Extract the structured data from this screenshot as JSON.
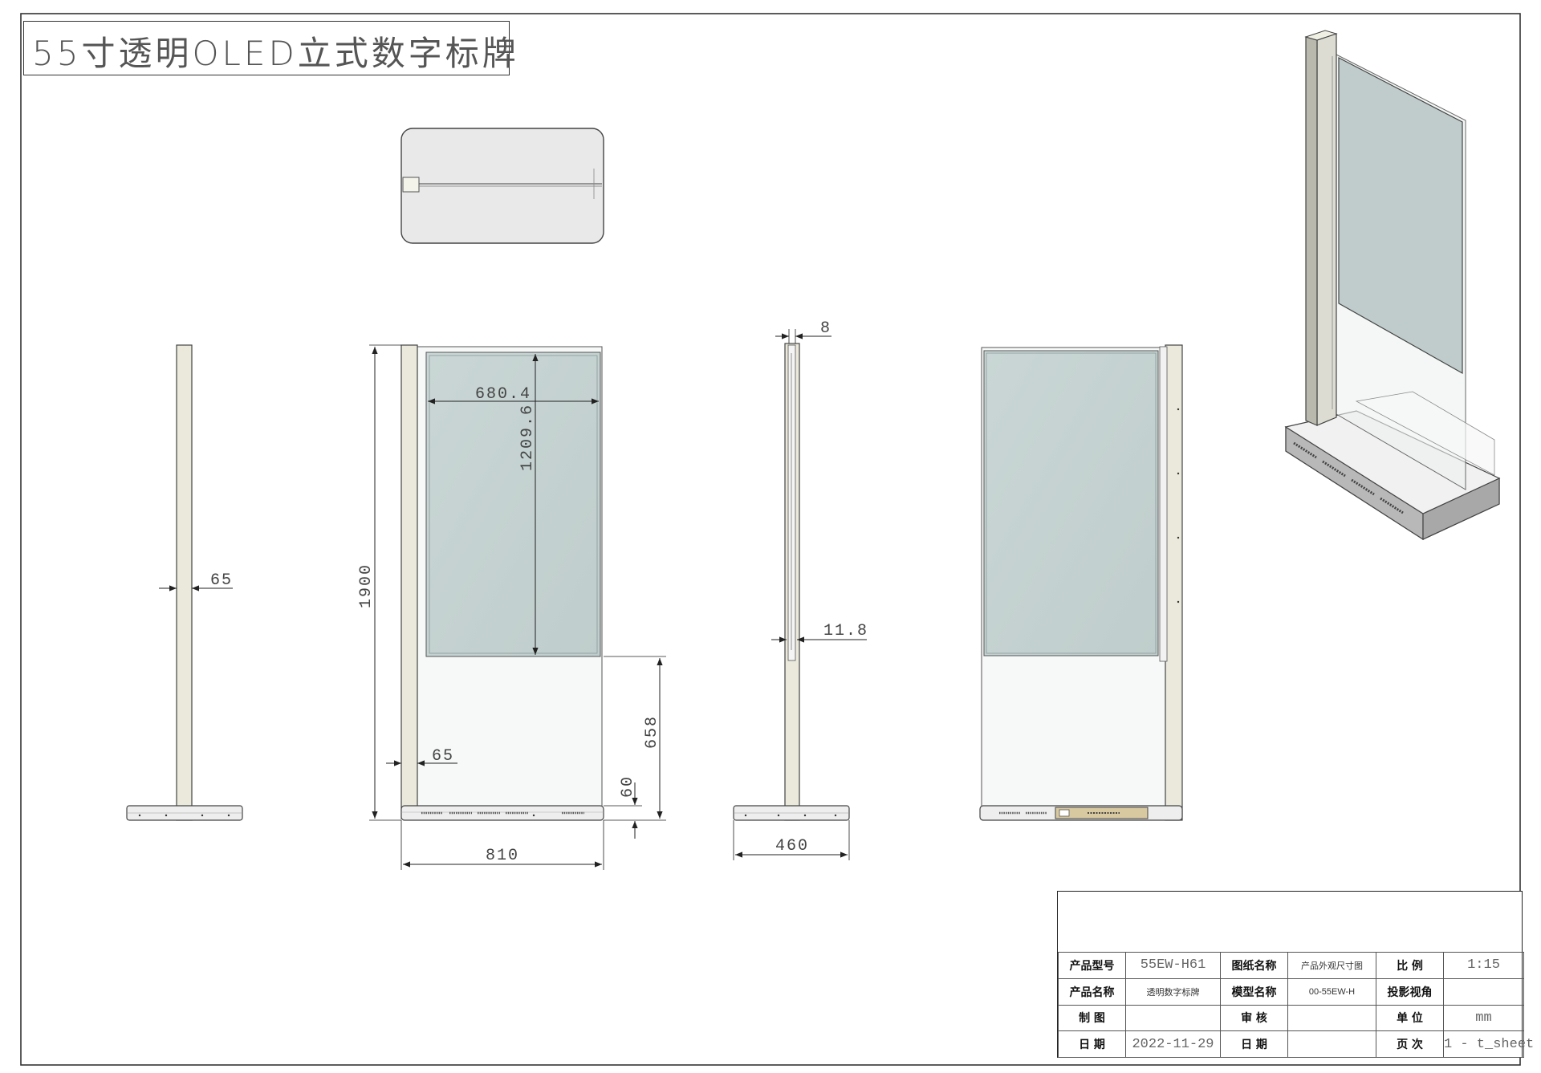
{
  "title": "55寸透明OLED立式数字标牌",
  "dimensions": {
    "side_column_width": "65",
    "front_height": "1900",
    "panel_width": "680.4",
    "panel_height": "1209.6",
    "lower_height": "658",
    "base_height": "60",
    "front_column_width": "65",
    "front_width": "810",
    "side_top_depth": "8",
    "side_panel_depth": "11.8",
    "side_base_depth": "460"
  },
  "title_block": {
    "rows": [
      {
        "l1": "产品型号",
        "v1": "55EW-H61",
        "l2": "图纸名称",
        "v2": "产品外观尺寸图",
        "l3": "比  例",
        "v3": "1:15"
      },
      {
        "l1": "产品名称",
        "v1": "透明数字标牌",
        "l2": "模型名称",
        "v2": "00-55EW-H",
        "l3": "投影视角",
        "v3": ""
      },
      {
        "l1": "制  图",
        "v1": "",
        "l2": "审  核",
        "v2": "",
        "l3": "单  位",
        "v3": "mm"
      },
      {
        "l1": "日  期",
        "v1": "2022-11-29",
        "l2": "日  期",
        "v2": "",
        "l3": "页  次",
        "v3": "1 -  t_sheet"
      }
    ]
  },
  "colors": {
    "frame": "#222222",
    "glass": "#c5d3d2",
    "column": "#ebe9dc",
    "base": "#eeeeee",
    "dim_line": "#222222"
  }
}
